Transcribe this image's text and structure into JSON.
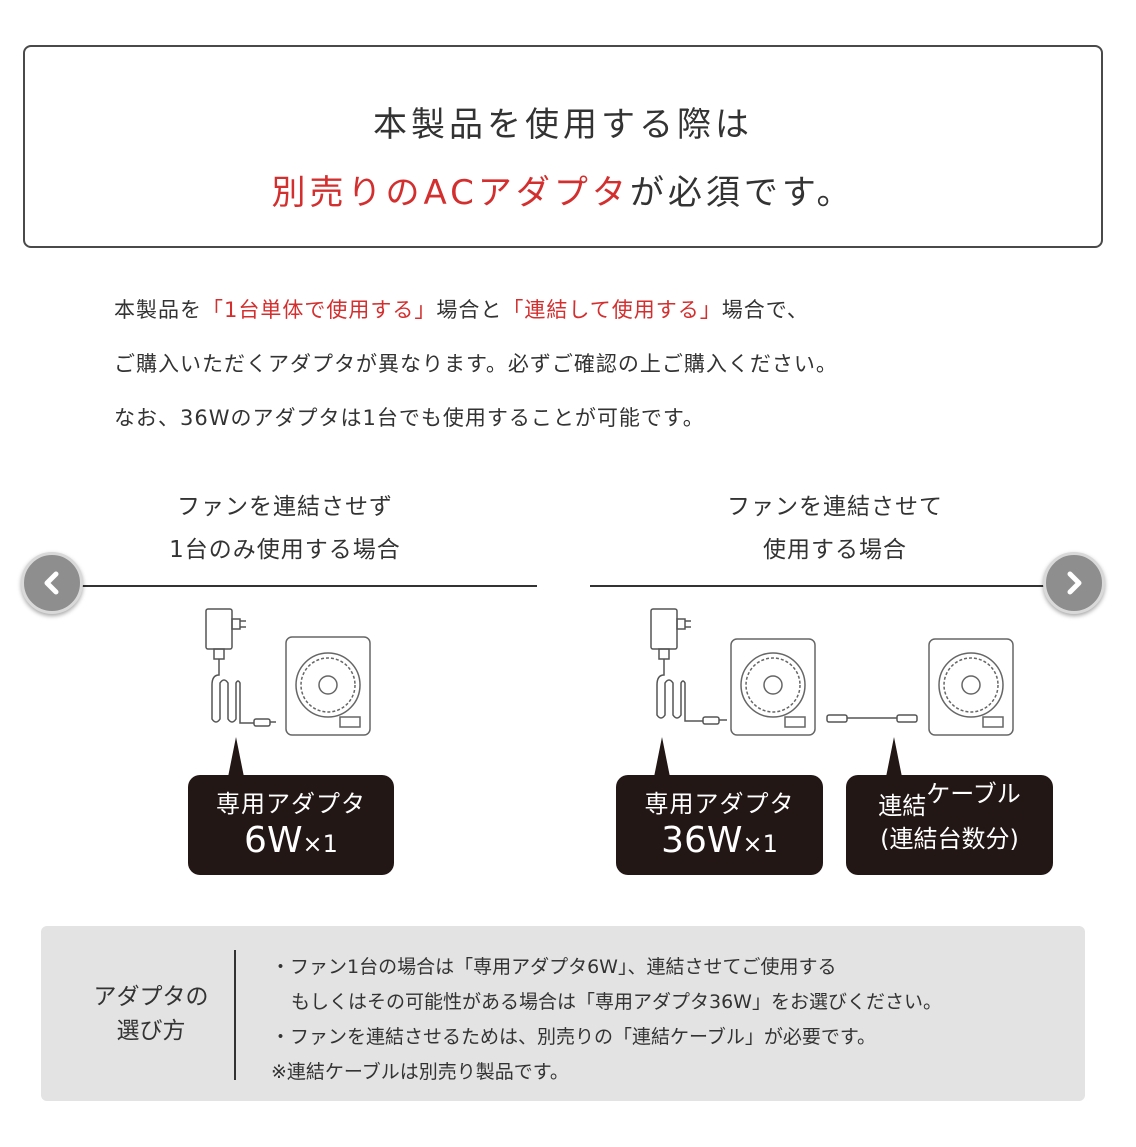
{
  "notice": {
    "line1": "本製品を使用する際は",
    "line2_highlight": "別売りのACアダプタ",
    "line2_rest": "が必須です。"
  },
  "intro": {
    "line1_a": "本製品を",
    "line1_b": "「1台単体で使用する」",
    "line1_c": "場合と",
    "line1_d": "「連結して使用する」",
    "line1_e": "場合で、",
    "line2": "ご購入いただくアダプタが異なります。必ずご確認の上ご購入ください。",
    "line3": "なお、36Wのアダプタは1台でも使用することが可能です。"
  },
  "single": {
    "heading_l1": "ファンを連結させず",
    "heading_l2": "1台のみ使用する場合",
    "label_l1": "専用アダプタ",
    "label_l2": "6W",
    "label_qty": "×1"
  },
  "linked": {
    "heading_l1": "ファンを連結させて",
    "heading_l2": "使用する場合",
    "adapter_l1": "専用アダプタ",
    "adapter_l2": "36W",
    "adapter_qty": "×1",
    "cable_l1a": "連結",
    "cable_l1b": "ケーブル",
    "cable_l2": "(連結台数分)"
  },
  "guide": {
    "title_l1": "アダプタの",
    "title_l2": "選び方",
    "line1": "・ファン1台の場合は「専用アダプタ6W」、連結させてご使用する",
    "line2": "もしくはその可能性がある場合は「専用アダプタ36W」をお選びください。",
    "line3": "・ファンを連結させるためは、別売りの「連結ケーブル」が必要です。",
    "line4": "※連結ケーブルは別売り製品です。"
  },
  "colors": {
    "accent_red": "#d32f2f",
    "label_bg": "#221714",
    "guide_bg": "#e3e3e3"
  },
  "icons": {
    "prev": "chevron-left-icon",
    "next": "chevron-right-icon"
  }
}
